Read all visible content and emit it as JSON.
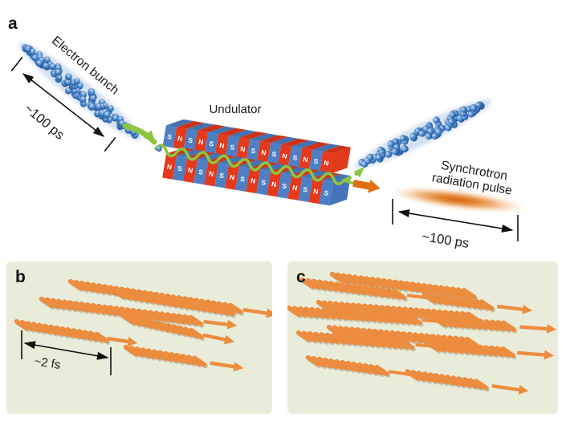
{
  "panel_a": {
    "label": "a",
    "electron_bunch": "Electron bunch",
    "bunch_duration": "~100 ps",
    "undulator": "Undulator",
    "radiation_line1": "Synchrotron",
    "radiation_line2": "radiation pulse",
    "pulse_duration": "~100 ps"
  },
  "panel_b": {
    "label": "b",
    "pulse_length": "~2 fs"
  },
  "panel_c": {
    "label": "c"
  },
  "undulator": {
    "top_row": [
      "S",
      "N",
      "S",
      "N",
      "S",
      "N",
      "S",
      "N",
      "S",
      "N",
      "S",
      "N",
      "S",
      "N",
      "S",
      "N"
    ],
    "bottom_row": [
      "N",
      "S",
      "N",
      "S",
      "N",
      "S",
      "N",
      "S",
      "N",
      "S",
      "N",
      "S",
      "N",
      "S",
      "N",
      "S"
    ]
  },
  "colors": {
    "green": "#8CC63F",
    "orange": "#EC8C3E",
    "orange_dark": "#E0700F",
    "magnet_red": "#E5391C",
    "magnet_blue": "#4C7FC4",
    "electron_blue": "#2E6CB4",
    "panel_background": "#E9ECD9",
    "dimension": "#111111"
  }
}
